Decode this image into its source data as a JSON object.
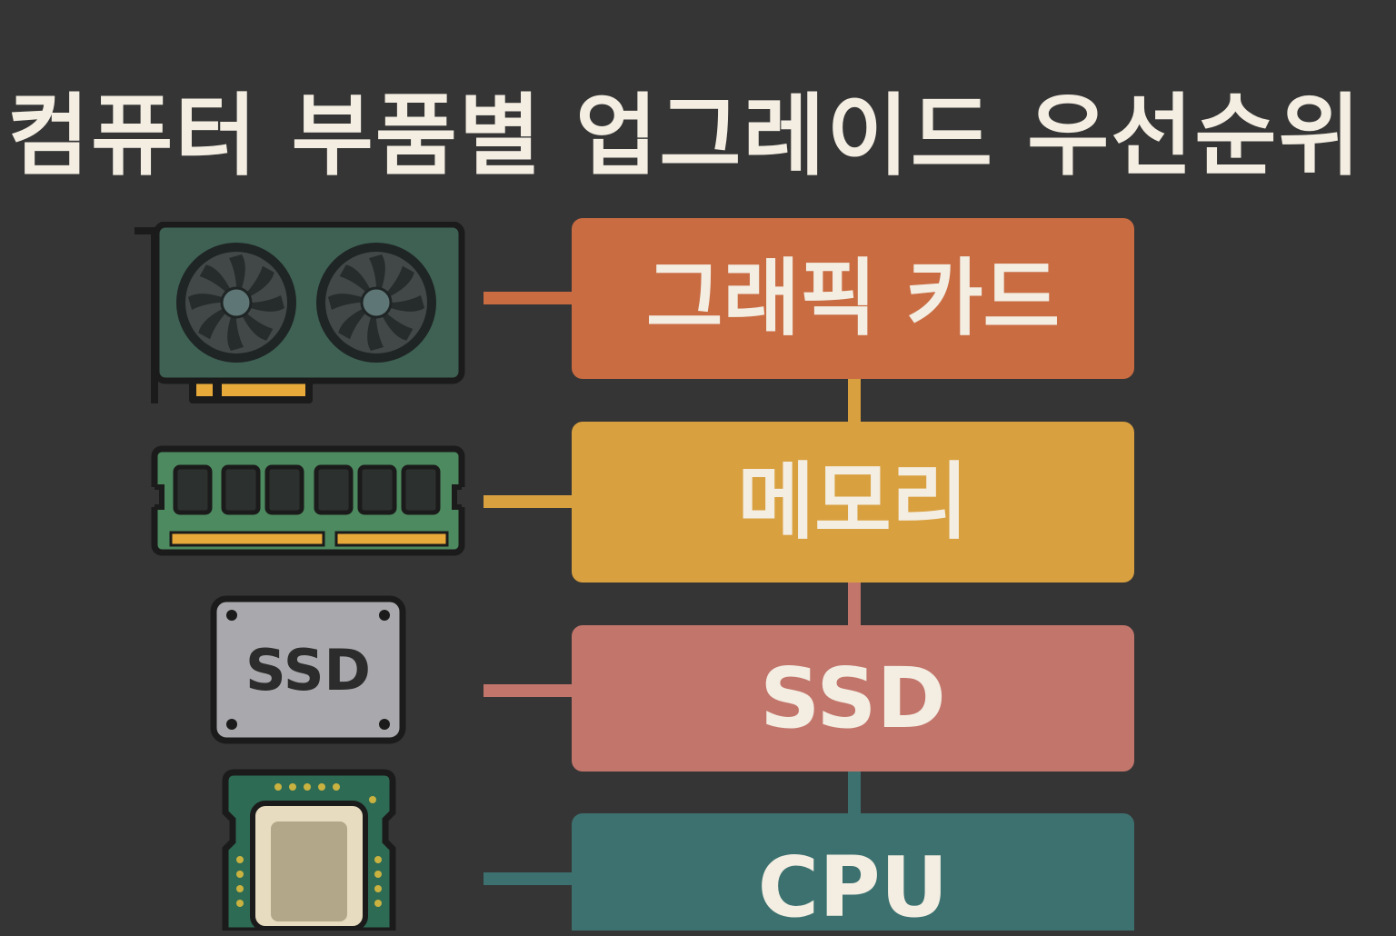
{
  "title": "컴퓨터 부품별 업그레이드 우선순위",
  "items": [
    {
      "label": "그래픽 카드",
      "icon": "graphics-card-icon",
      "color": "#c96c42",
      "connector_color": "#c96c42"
    },
    {
      "label": "메모리",
      "icon": "memory-module-icon",
      "color": "#d9a03f",
      "connector_color": "#d9a03f"
    },
    {
      "label": "SSD",
      "icon": "ssd-icon",
      "icon_text": "SSD",
      "color": "#c2756b",
      "connector_color": "#c2756b"
    },
    {
      "label": "CPU",
      "icon": "cpu-chip-icon",
      "color": "#3c716f",
      "connector_color": "#3c716f"
    }
  ],
  "vertical_connector_colors": [
    "#d9a03f",
    "#c2756b",
    "#3c716f"
  ],
  "colors": {
    "background": "#353535",
    "text": "#f3ede2"
  }
}
